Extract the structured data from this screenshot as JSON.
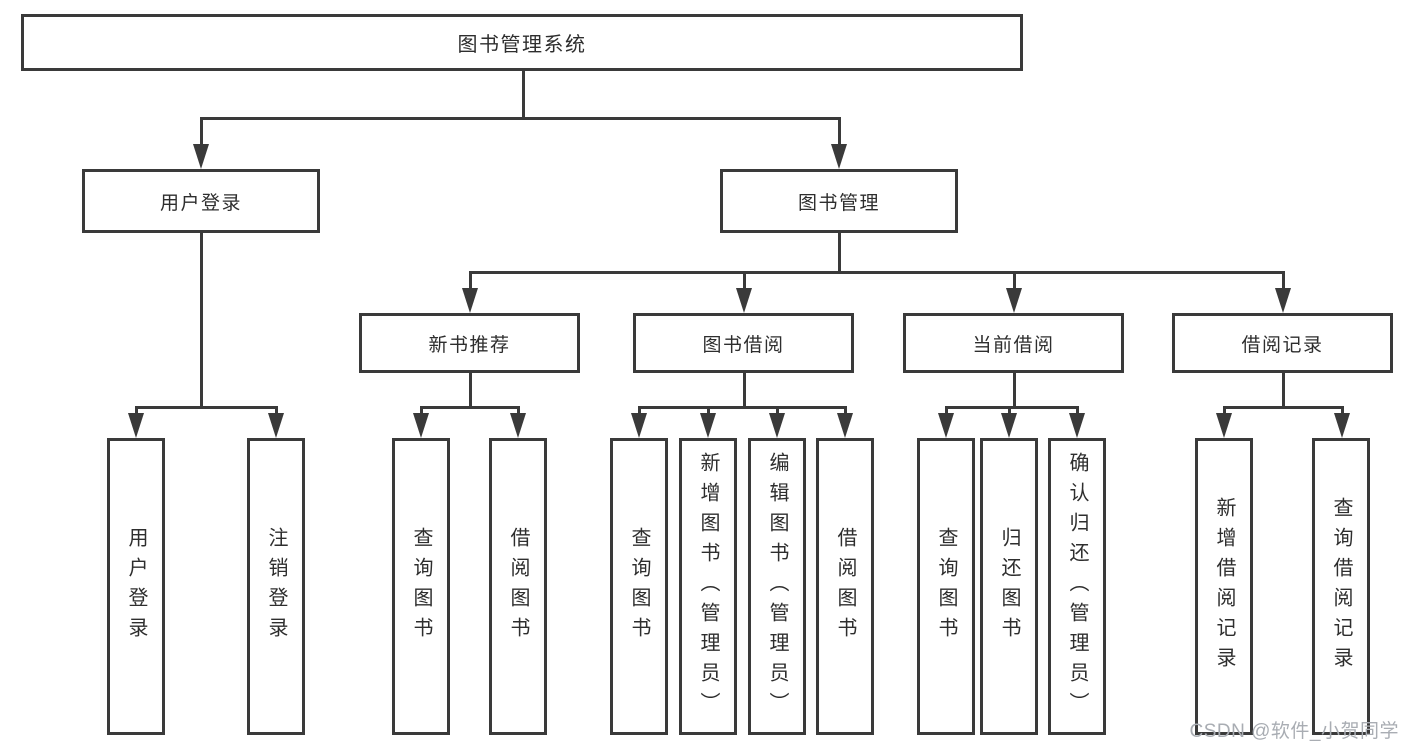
{
  "diagram_title": "图书管理系统",
  "nodes": {
    "root": {
      "label": "图书管理系统"
    },
    "level2": [
      {
        "label": "用户登录",
        "parent": "图书管理系统"
      },
      {
        "label": "图书管理",
        "parent": "图书管理系统"
      }
    ],
    "level3": [
      {
        "label": "新书推荐",
        "parent": "图书管理"
      },
      {
        "label": "图书借阅",
        "parent": "图书管理"
      },
      {
        "label": "当前借阅",
        "parent": "图书管理"
      },
      {
        "label": "借阅记录",
        "parent": "图书管理"
      }
    ],
    "leaves": [
      {
        "label": "用户登录",
        "parent": "用户登录"
      },
      {
        "label": "注销登录",
        "parent": "用户登录"
      },
      {
        "label": "查询图书",
        "parent": "新书推荐"
      },
      {
        "label": "借阅图书",
        "parent": "新书推荐"
      },
      {
        "label": "查询图书",
        "parent": "图书借阅"
      },
      {
        "label": "新增图书（管理员）",
        "parent": "图书借阅"
      },
      {
        "label": "编辑图书（管理员）",
        "parent": "图书借阅"
      },
      {
        "label": "借阅图书",
        "parent": "图书借阅"
      },
      {
        "label": "查询图书",
        "parent": "当前借阅"
      },
      {
        "label": "归还图书",
        "parent": "当前借阅"
      },
      {
        "label": "确认归还（管理员）",
        "parent": "当前借阅"
      },
      {
        "label": "新增借阅记录",
        "parent": "借阅记录"
      },
      {
        "label": "查询借阅记录",
        "parent": "借阅记录"
      }
    ]
  },
  "watermark": {
    "text": "CSDN @软件_小贺同学"
  },
  "colors": {
    "line": "#3a3a3a",
    "text": "#2e2e2e",
    "watermark": "#a9adb3",
    "background": "#ffffff"
  }
}
